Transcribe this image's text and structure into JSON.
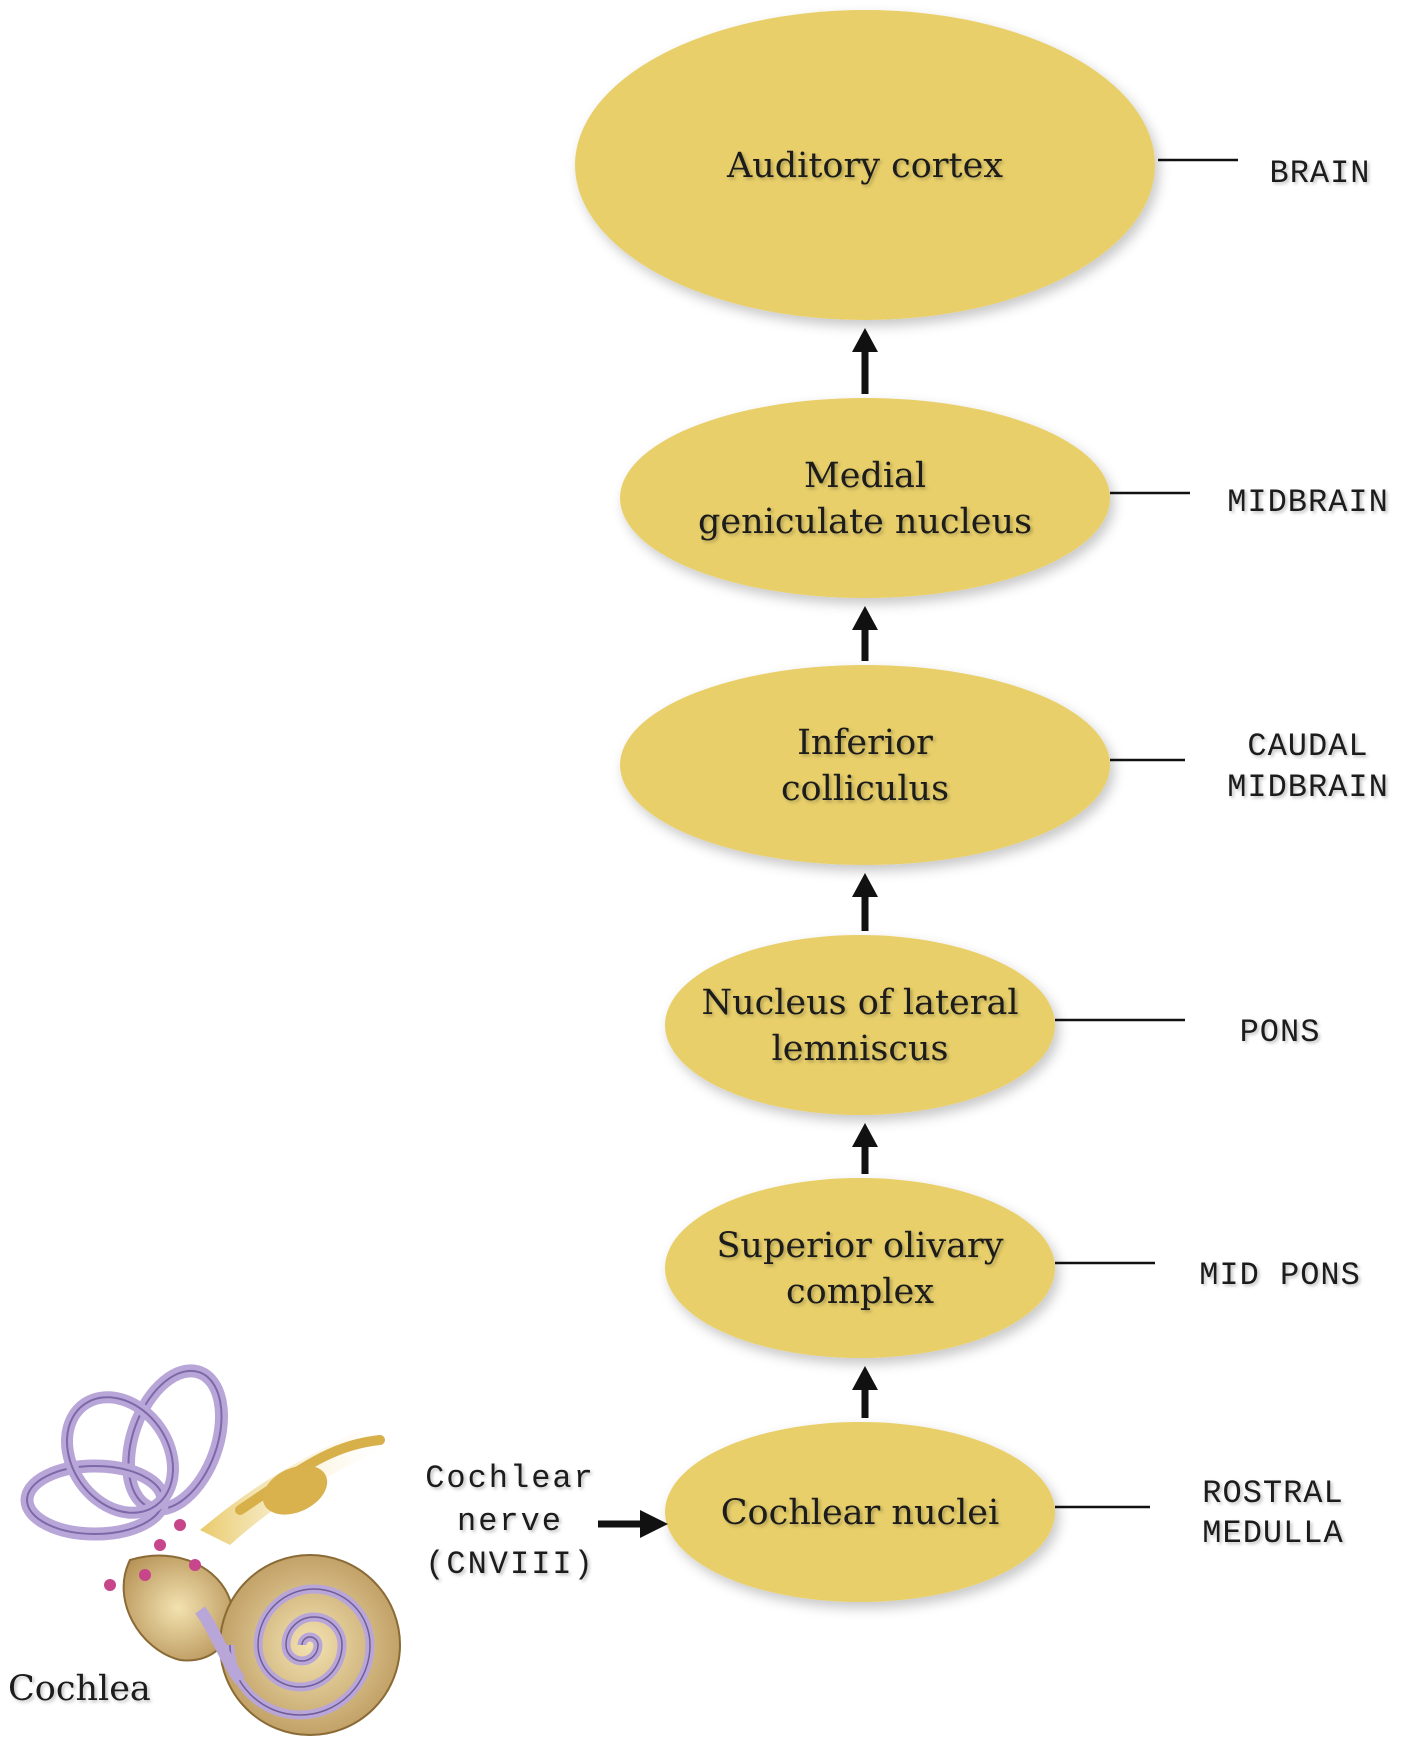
{
  "colors": {
    "node_fill": "#e8cf6a",
    "line": "#111111",
    "cochlea_bone": "#e0c88a",
    "cochlea_canal": "#b9a6d8"
  },
  "nodes": [
    {
      "id": "auditory-cortex",
      "lines": [
        "Auditory cortex"
      ],
      "level": [
        "BRAIN"
      ]
    },
    {
      "id": "medial-geniculate-nucleus",
      "lines": [
        "Medial",
        "geniculate nucleus"
      ],
      "level": [
        "MIDBRAIN"
      ]
    },
    {
      "id": "inferior-colliculus",
      "lines": [
        "Inferior",
        "colliculus"
      ],
      "level": [
        "CAUDAL",
        "MIDBRAIN"
      ]
    },
    {
      "id": "nucleus-of-lateral-lemniscus",
      "lines": [
        "Nucleus of lateral",
        "lemniscus"
      ],
      "level": [
        "PONS"
      ]
    },
    {
      "id": "superior-olivary-complex",
      "lines": [
        "Superior olivary",
        "complex"
      ],
      "level": [
        "MID PONS"
      ]
    },
    {
      "id": "cochlear-nuclei",
      "lines": [
        "Cochlear nuclei"
      ],
      "level": [
        "ROSTRAL",
        "MEDULLA"
      ]
    }
  ],
  "nerve_label": [
    "Cochlear",
    "nerve",
    "(CNVIII)"
  ],
  "cochlea_label": "Cochlea",
  "icons": {
    "cochlea_illustration": "inner-ear-icon"
  }
}
